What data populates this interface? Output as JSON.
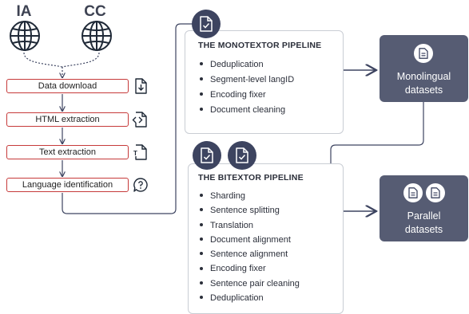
{
  "sources": [
    {
      "label": "IA",
      "icon": "globe-icon"
    },
    {
      "label": "CC",
      "icon": "globe-icon"
    }
  ],
  "steps": [
    {
      "label": "Data download",
      "icon": "download-doc-icon"
    },
    {
      "label": "HTML extraction",
      "icon": "code-doc-icon"
    },
    {
      "label": "Text extraction",
      "icon": "text-doc-icon"
    },
    {
      "label": "Language identification",
      "icon": "speech-bubble-icon"
    }
  ],
  "monotextor": {
    "title": "THE MONOTEXTOR PIPELINE",
    "items": [
      "Deduplication",
      "Segment-level langID",
      "Encoding fixer",
      "Document cleaning"
    ]
  },
  "bitextor": {
    "title": "THE BITEXTOR PIPELINE",
    "items": [
      "Sharding",
      "Sentence splitting",
      "Translation",
      "Document alignment",
      "Sentence alignment",
      "Encoding fixer",
      "Sentence pair cleaning",
      "Deduplication"
    ]
  },
  "outputs": {
    "monolingual": {
      "line1": "Monolingual",
      "line2": "datasets"
    },
    "parallel": {
      "line1": "Parallel",
      "line2": "datasets"
    }
  },
  "colors": {
    "step_border": "#c63a3a",
    "badge": "#3d4460",
    "output_box": "#565c73",
    "wire": "#3d4460"
  }
}
